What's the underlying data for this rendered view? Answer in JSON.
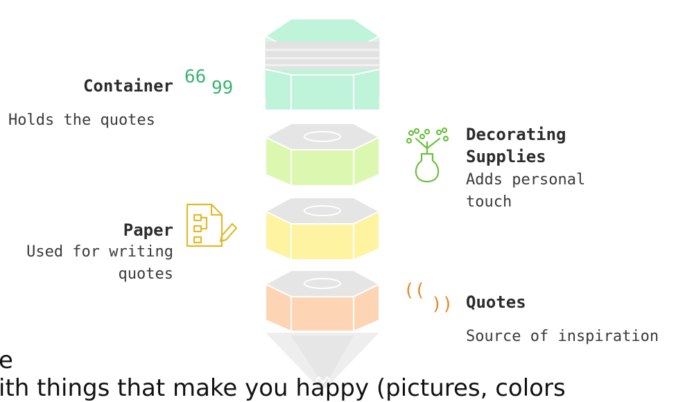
{
  "container": {
    "title": "Container",
    "description": "Holds the quotes",
    "color": "#b9f2d6",
    "quote_color": "#3cb371"
  },
  "decorating_supplies": {
    "title_line1": "Decorating",
    "title_line2": "Supplies",
    "desc_line1": "Adds personal",
    "desc_line2": "touch",
    "color": "#dcf8b0",
    "icon": "plant-in-vase-icon",
    "icon_color": "#6cbf3c"
  },
  "paper": {
    "title": "Paper",
    "desc_line1": "Used for writing",
    "desc_line2": "quotes",
    "color": "#fdf3a0",
    "icon": "document-edit-icon",
    "icon_color": "#e2b92a"
  },
  "quotes": {
    "title": "Quotes",
    "description": "Source of inspiration",
    "color": "#fdd5b4",
    "quote_color": "#e8872a"
  },
  "cutoff_text": {
    "line1": "e",
    "line2": "ith things that make you happy (pictures, colors"
  }
}
